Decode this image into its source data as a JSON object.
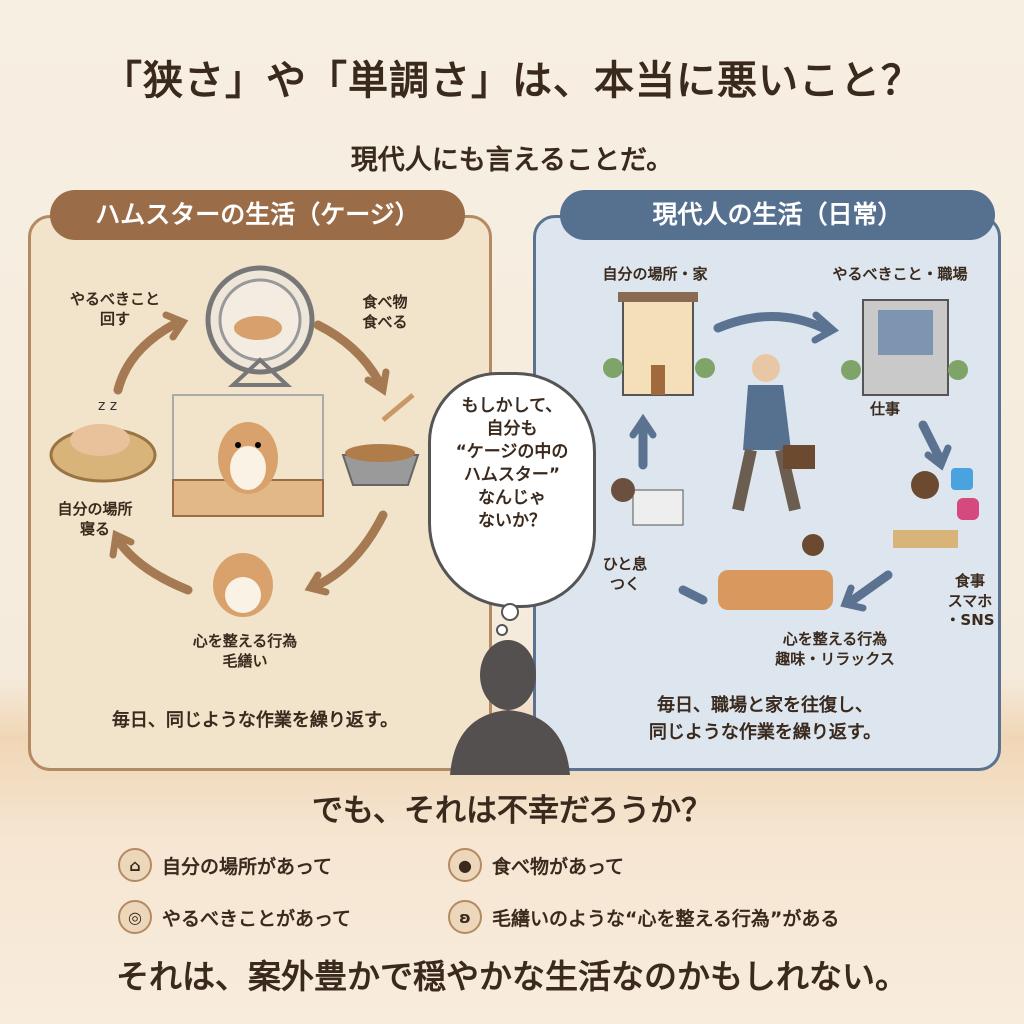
{
  "title": "「狭さ」や「単調さ」は、本当に悪いこと？",
  "subtitle": "現代人にも言えることだ。",
  "hamster_panel": {
    "header": "ハムスターの生活（ケージ）",
    "labels": {
      "wheel": "やるべきこと\n回す",
      "food": "食べ物\n食べる",
      "nest": "自分の場所\n寝る",
      "groom": "心を整える行為\n毛繕い"
    },
    "caption": "毎日、同じような作業を繰り返す。"
  },
  "thought_bubble": [
    "もしかして、",
    "自分も",
    "“ケージの中の",
    "ハムスター”",
    "なんじゃ",
    "ないか？"
  ],
  "modern_panel": {
    "header": "現代人の生活（日常）",
    "labels": {
      "home": "自分の場所・家",
      "office": "やるべきこと・職場",
      "work": "仕事",
      "meal": "食事\nスマホ\n・SNS",
      "relax": "心を整える行為\n趣味・リラックス",
      "rest": "ひと息\nつく"
    },
    "caption": "毎日、職場と家を往復し、\n同じような作業を繰り返す。"
  },
  "question": "でも、それは不幸だろうか？",
  "items": [
    {
      "icon": "house-icon",
      "text": "自分の場所があって"
    },
    {
      "icon": "food-icon",
      "text": "食べ物があって"
    },
    {
      "icon": "wheel-icon",
      "text": "やるべきことがあって"
    },
    {
      "icon": "hamster-icon",
      "text": "毛繕いのような“心を整える行為”がある"
    }
  ],
  "conclusion": "それは、案外豊かで穏やかな生活なのかもしれない。",
  "colors": {
    "brown": "#9b6c48",
    "blue": "#56708f",
    "cream": "#f7efe2"
  }
}
